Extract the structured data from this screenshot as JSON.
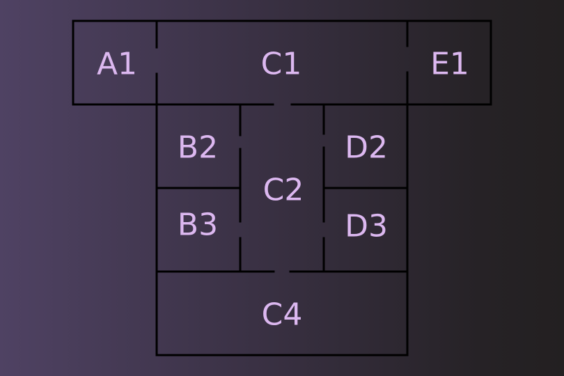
{
  "rooms": [
    {
      "id": "A1",
      "label": "A1"
    },
    {
      "id": "C1",
      "label": "C1"
    },
    {
      "id": "E1",
      "label": "E1"
    },
    {
      "id": "B2",
      "label": "B2"
    },
    {
      "id": "C2",
      "label": "C2"
    },
    {
      "id": "D2",
      "label": "D2"
    },
    {
      "id": "B3",
      "label": "B3"
    },
    {
      "id": "D3",
      "label": "D3"
    },
    {
      "id": "C4",
      "label": "C4"
    }
  ],
  "colors": {
    "wall": "#000000",
    "label": "#dcb8f0",
    "background_left": "#4f4263",
    "background_right": "#232021"
  }
}
